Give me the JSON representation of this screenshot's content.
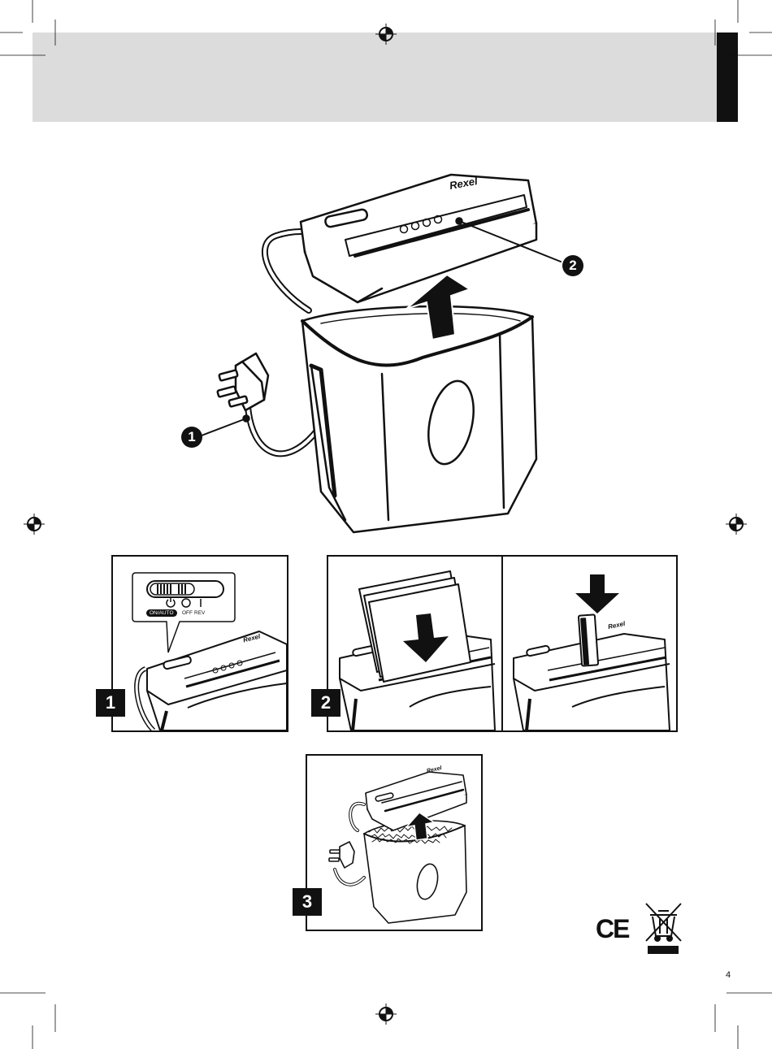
{
  "page": {
    "number": "4"
  },
  "overview": {
    "brand": "Rexel",
    "callouts": {
      "plug": "1",
      "head": "2"
    }
  },
  "switch_detail": {
    "on_auto": "ON/AUTO",
    "off": "OFF",
    "rev": "REV",
    "power_symbol": "⏻",
    "off_symbol": "O",
    "rev_symbol": "I"
  },
  "steps": {
    "one": "1",
    "two": "2",
    "three": "3"
  },
  "marks": {
    "ce": "CE"
  },
  "icons": [
    "registration-mark-icon",
    "up-arrow-icon",
    "down-arrow-icon",
    "weee-bin-icon",
    "ce-mark-icon"
  ]
}
